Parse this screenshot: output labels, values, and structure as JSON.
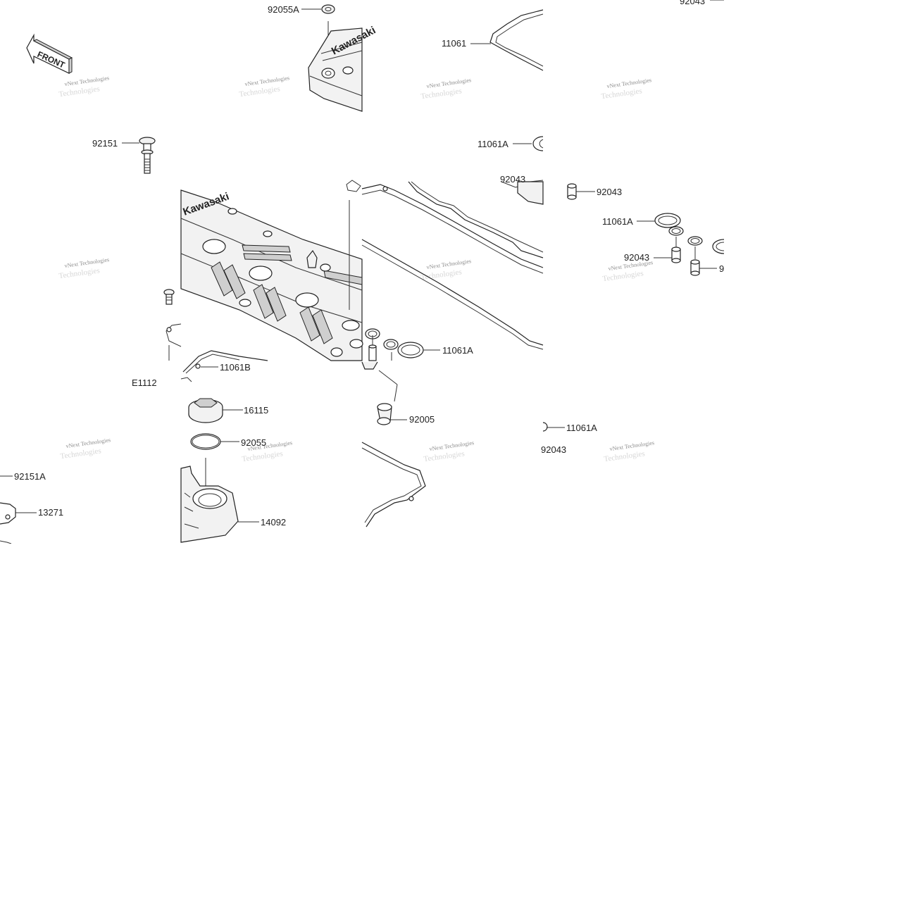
{
  "front_label": "FRONT",
  "logo_text": "Kawasaki",
  "watermark": {
    "line1": "vNext Technologies",
    "line2": "Technologies"
  },
  "labels": {
    "p92055A": "92055A",
    "p92043_top": "92043",
    "p11061_top": "11061",
    "p92151": "92151",
    "p11061A_a": "11061A",
    "p92043_b": "92043",
    "p92043_c": "92043",
    "p11061A_b": "11061A",
    "p92043_d": "92043",
    "p9_cut": "9",
    "p11061A_c": "11061A",
    "p11061B": "11061B",
    "pE1112": "E1112",
    "p16115": "16115",
    "p92005": "92005",
    "p11061A_d": "11061A",
    "p92055": "92055",
    "p92043_e": "92043",
    "p92151A": "92151A",
    "p13271": "13271",
    "p14092": "14092"
  }
}
